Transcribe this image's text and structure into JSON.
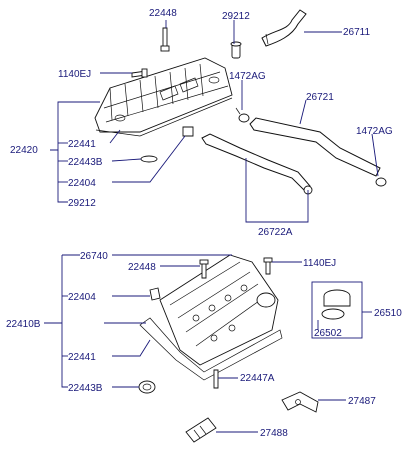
{
  "labels": {
    "l22448_top": "22448",
    "l29212_top": "29212",
    "l26711": "26711",
    "l1140EJ_top": "1140EJ",
    "l1472AG_a": "1472AG",
    "l26721": "26721",
    "l1472AG_b": "1472AG",
    "l22420": "22420",
    "l22441_top": "22441",
    "l22443B_top": "22443B",
    "l22404_top": "22404",
    "l29212_bot": "29212",
    "l26722A": "26722A",
    "l26740": "26740",
    "l22448_bot": "22448",
    "l1140EJ_bot": "1140EJ",
    "l22404_bot": "22404",
    "l26510": "26510",
    "l22410B": "22410B",
    "l26502": "26502",
    "l22441_bot": "22441",
    "l22447A": "22447A",
    "l22443B_bot": "22443B",
    "l27487": "27487",
    "l27488": "27488"
  },
  "colors": {
    "label": "#1a1a7a",
    "line": "#1a1a7a",
    "part_stroke": "#111111",
    "background": "#ffffff"
  }
}
